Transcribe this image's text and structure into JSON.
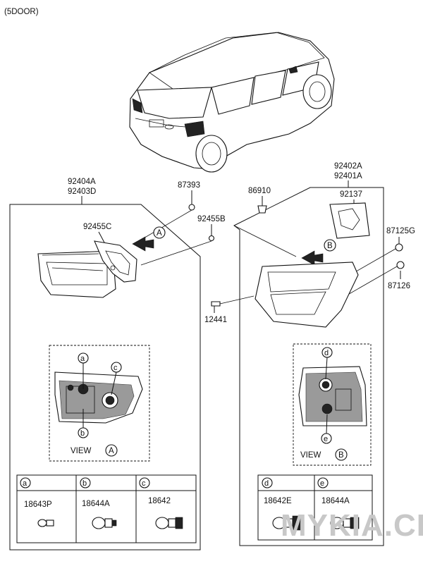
{
  "header": {
    "variant_label": "(5DOOR)"
  },
  "left_group": {
    "part_numbers": [
      "92404A",
      "92403D"
    ],
    "callouts": {
      "screw": "87393",
      "gasket": "92455C",
      "nut": "92455B",
      "view_marker": "A"
    },
    "view": {
      "label": "VIEW",
      "marker": "A",
      "points": [
        "a",
        "b",
        "c"
      ]
    }
  },
  "right_group": {
    "part_numbers": [
      "92402A",
      "92401A"
    ],
    "callouts": {
      "gasket": "92137",
      "clip": "86910",
      "screw_a": "87125G",
      "screw_b": "87126",
      "bolt": "12441",
      "view_marker": "B"
    },
    "view": {
      "label": "VIEW",
      "marker": "B",
      "points": [
        "d",
        "e"
      ]
    }
  },
  "bulb_table_left": [
    {
      "key": "a",
      "part": "18643P"
    },
    {
      "key": "b",
      "part": "18644A"
    },
    {
      "key": "c",
      "part": "18642"
    }
  ],
  "bulb_table_right": [
    {
      "key": "d",
      "part": "18642E"
    },
    {
      "key": "e",
      "part": "18644A"
    }
  ],
  "watermark": "MYKIA.CLUB"
}
